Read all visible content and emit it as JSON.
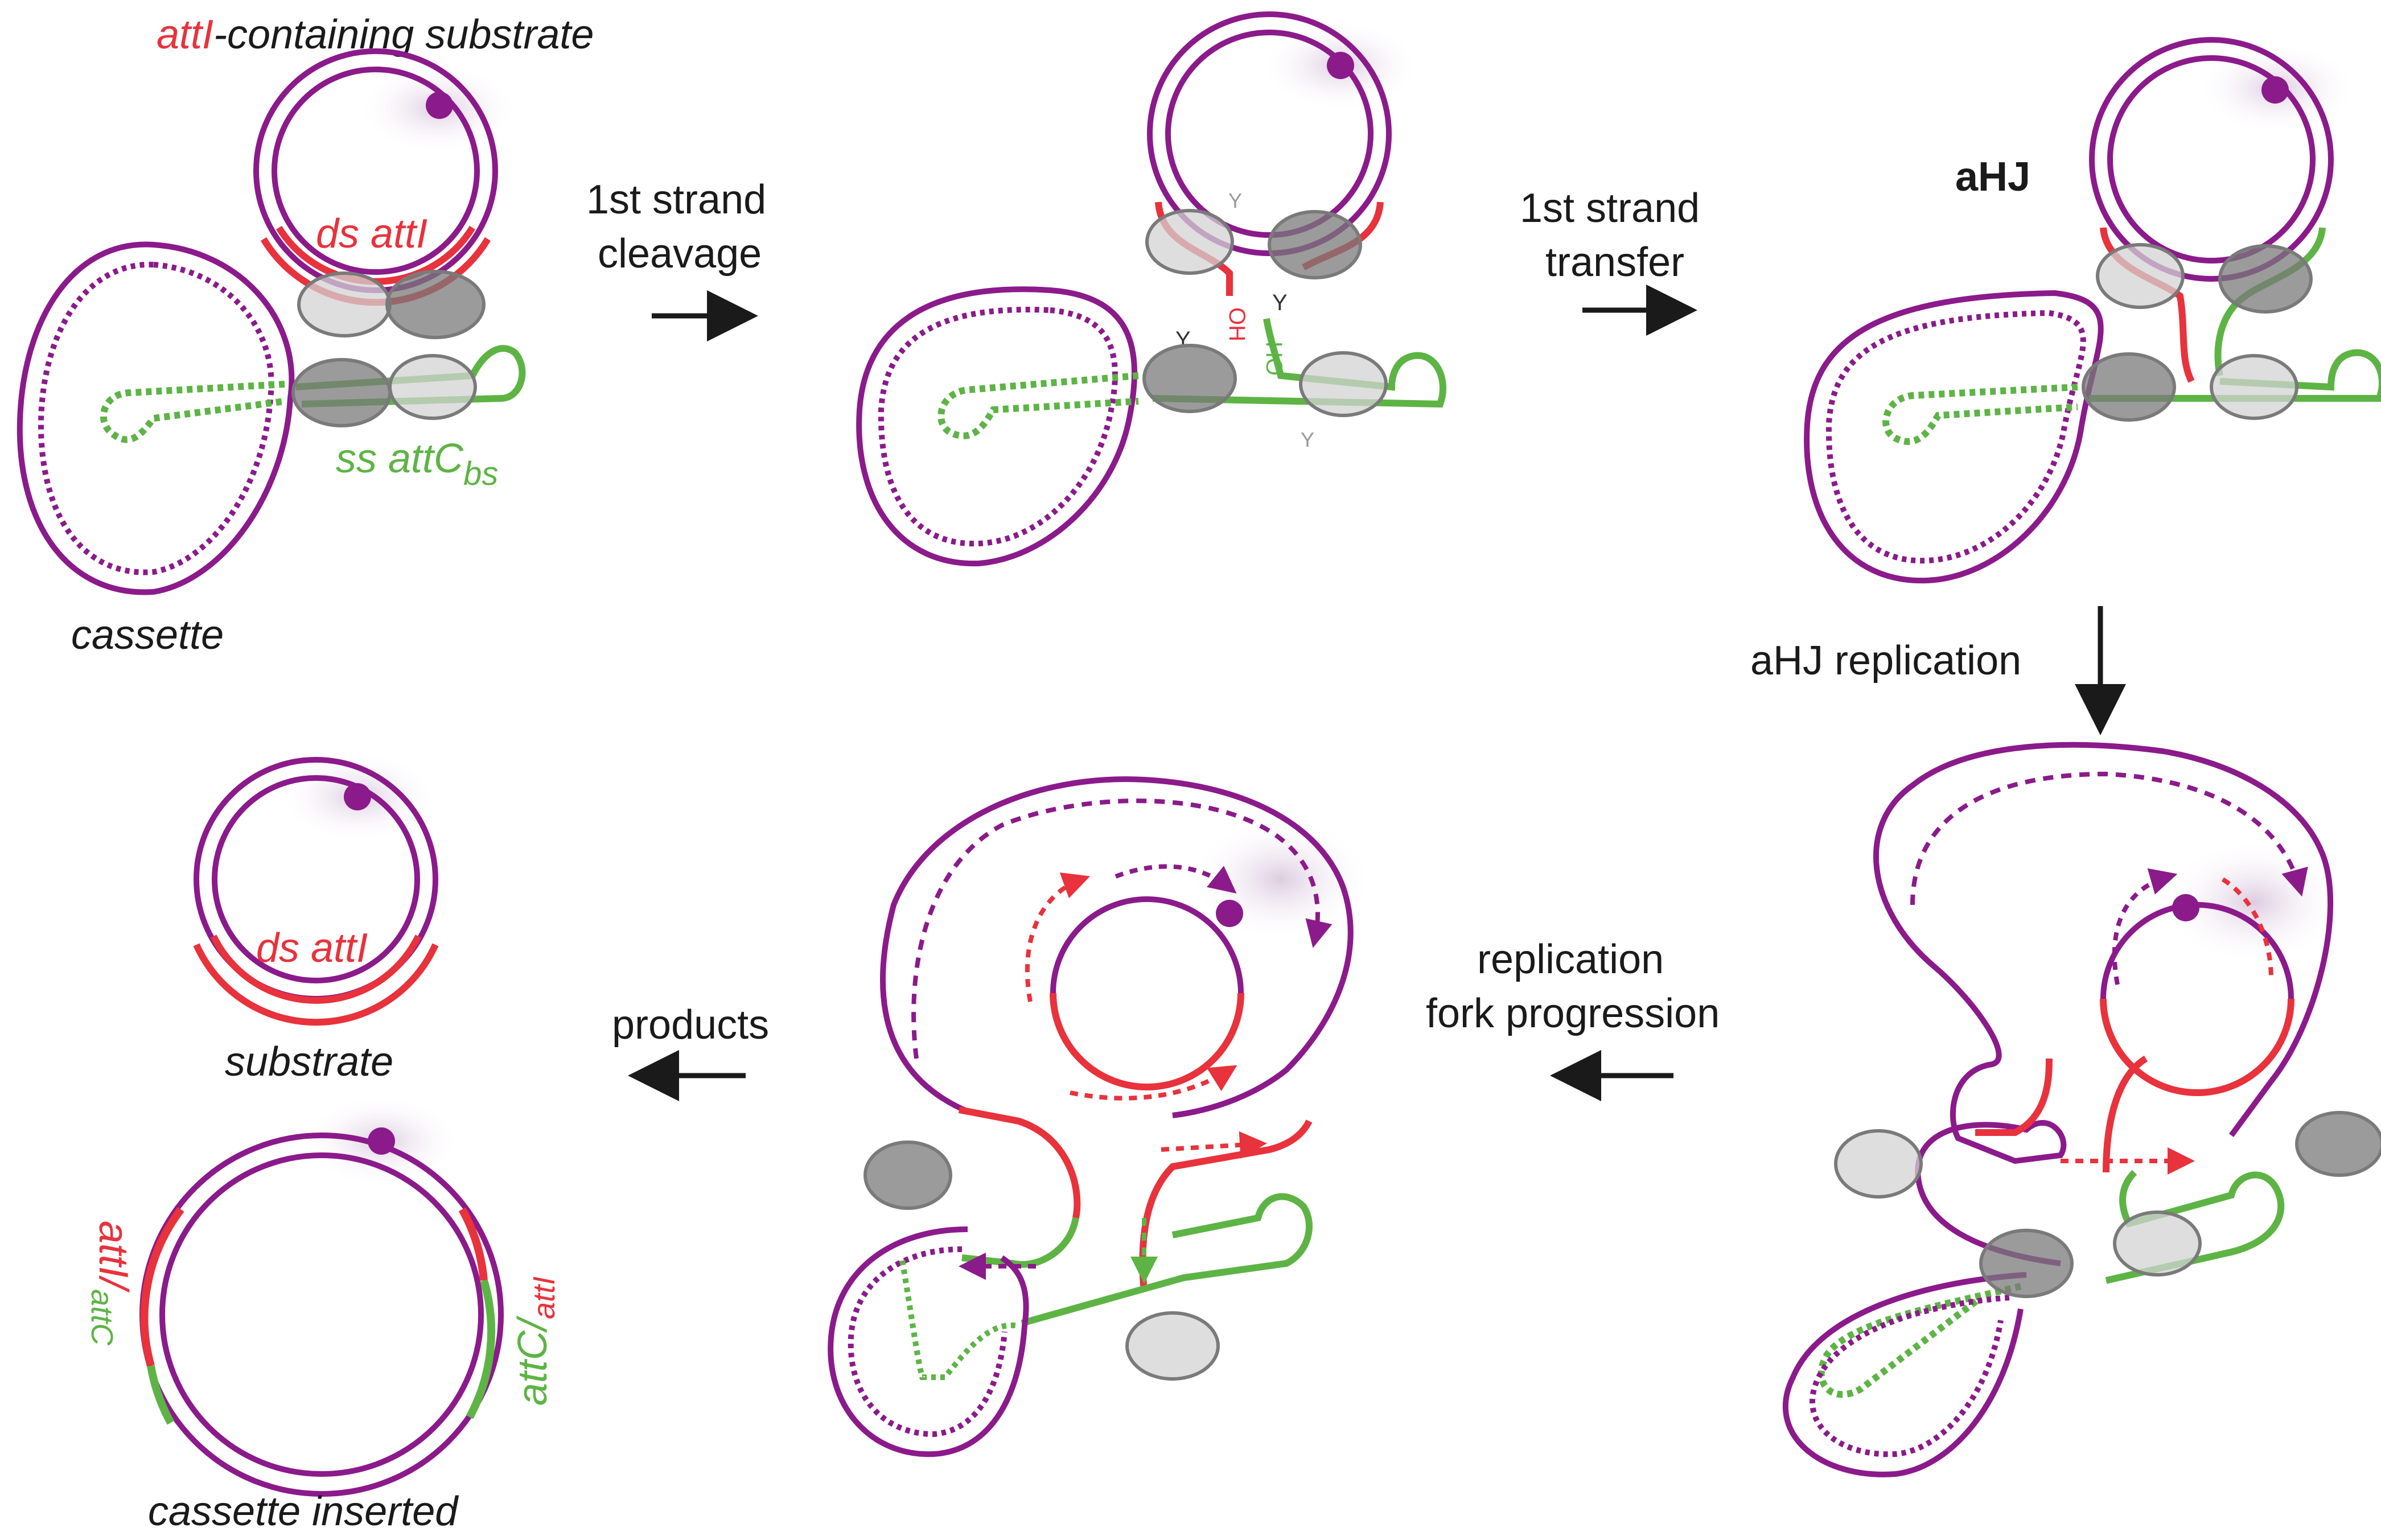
{
  "colors": {
    "purple": "#8b1a8b",
    "red": "#e8323c",
    "green": "#5db445",
    "protein_light": "#d3d3d3",
    "protein_dark": "#7a7a7a",
    "arrow": "#1a1a1a"
  },
  "labels": {
    "top_title_attl": "attI",
    "top_title_rest": "-containing substrate",
    "ds_attl_1": "ds attI",
    "ss_attc_main": "ss attC",
    "ss_attc_sub": "bs",
    "cassette": "cassette",
    "ahj": "aHJ",
    "substrate": "substrate",
    "ds_attl_2": "ds attI",
    "cassette_inserted": "cassette inserted",
    "left_vert_main": "attI/",
    "left_vert_sub": "attC",
    "right_vert_main": "attC/",
    "right_vert_sub": "attI",
    "oh_red": "OH",
    "oh_green": "HO",
    "y": "Y"
  },
  "steps": {
    "step1_line1": "1st strand",
    "step1_line2": "cleavage",
    "step2_line1": "1st strand",
    "step2_line2": "transfer",
    "step3": "aHJ replication",
    "step4_line1": "replication",
    "step4_line2": "fork progression",
    "step5": "products"
  }
}
